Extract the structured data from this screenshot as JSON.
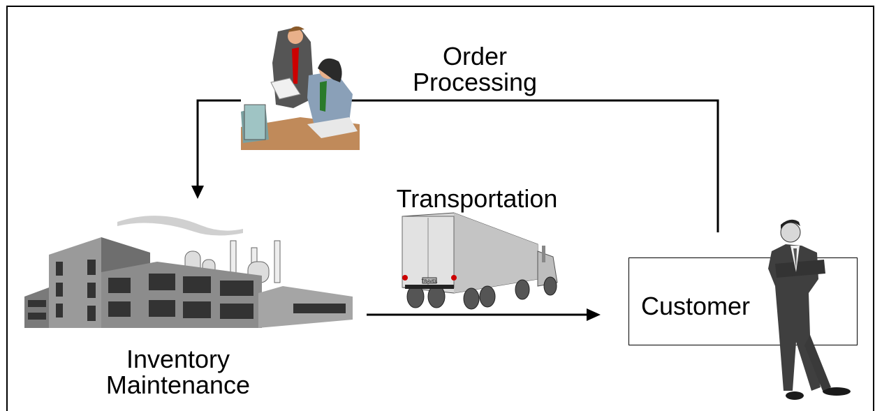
{
  "nodes": {
    "order_processing": {
      "line1": "Order",
      "line2": "Processing",
      "icon": "office-workers-icon"
    },
    "transportation": {
      "label": "Transportation",
      "icon": "semi-truck-icon"
    },
    "inventory": {
      "line1": "Inventory",
      "line2": "Maintenance",
      "icon": "factory-icon"
    },
    "customer": {
      "label": "Customer",
      "icon": "businessman-icon"
    }
  },
  "truck_plate": "TRAVEL",
  "colors": {
    "line": "#000000",
    "background": "#ffffff",
    "factory": "#8a8a8a",
    "truck": "#cfcfcf",
    "suit": "#3f3f3f",
    "desk": "#c08a5a"
  }
}
